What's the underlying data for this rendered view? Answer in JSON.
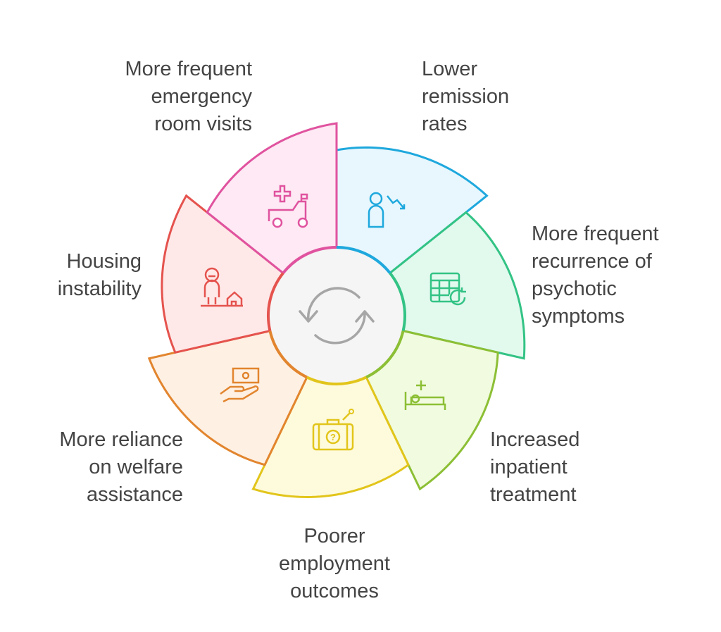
{
  "center": {
    "icon": "cycle-arrows-icon",
    "fill": "#f5f5f5",
    "arrow_color": "#a6a6a6"
  },
  "segments": [
    {
      "id": "lower-remission",
      "label": "Lower\nremission\nrates",
      "icon": "person-trend-down-icon",
      "color": "#1ea8dd",
      "fill": "#e7f7fd"
    },
    {
      "id": "psychotic-recurrence",
      "label": "More frequent\nrecurrence of\npsychotic\nsymptoms",
      "icon": "calendar-repeat-icon",
      "color": "#33c385",
      "fill": "#e2f9ee"
    },
    {
      "id": "inpatient-treatment",
      "label": "Increased\ninpatient\ntreatment",
      "icon": "hospital-bed-icon",
      "color": "#8cbf35",
      "fill": "#f1fbdf"
    },
    {
      "id": "employment-outcomes",
      "label": "Poorer\nemployment\noutcomes",
      "icon": "briefcase-question-icon",
      "color": "#e2c51b",
      "fill": "#fefadc"
    },
    {
      "id": "welfare-reliance",
      "label": "More reliance\non welfare\nassistance",
      "icon": "hand-money-icon",
      "color": "#e2852e",
      "fill": "#fef0e3"
    },
    {
      "id": "housing-instability",
      "label": "Housing\ninstability",
      "icon": "person-house-icon",
      "color": "#e5534e",
      "fill": "#fee9e8"
    },
    {
      "id": "er-visits",
      "label": "More frequent\nemergency\nroom visits",
      "icon": "ambulance-icon",
      "color": "#e0539f",
      "fill": "#fee9f4"
    }
  ]
}
